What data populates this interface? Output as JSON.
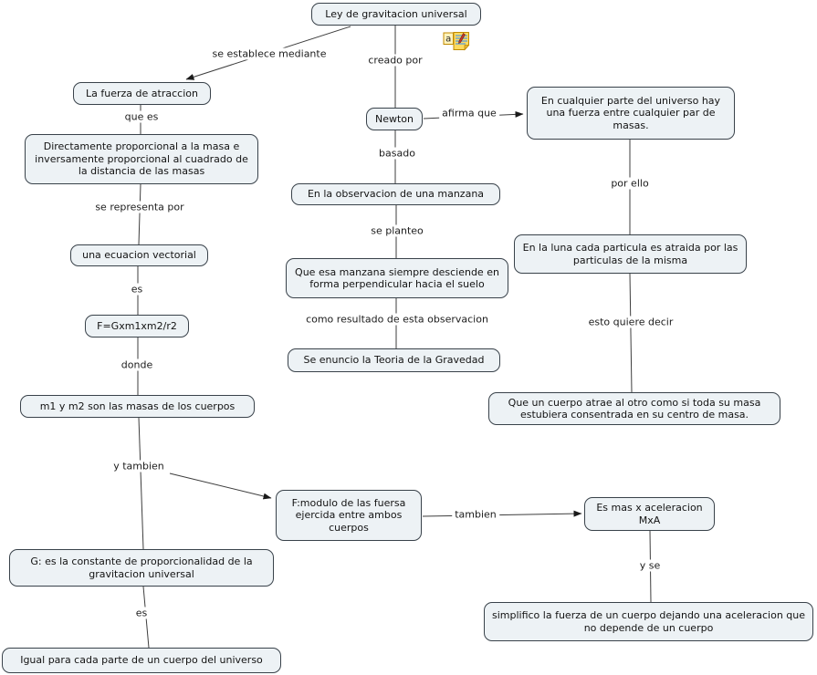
{
  "colors": {
    "background": "#ffffff",
    "node_fill": "#edf2f5",
    "node_border": "#39424a",
    "connector": "#3d3d3d",
    "annotation_icon_yellow": "#ffda5e",
    "annotation_icon_lines_blue": "#5aa0dc"
  },
  "nodes": [
    {
      "id": "ley-gravitacion-universal",
      "text": "Ley de gravitacion universal"
    },
    {
      "id": "fuerza-atraccion",
      "text": "La fuerza de atraccion"
    },
    {
      "id": "proporcional-masa",
      "text": "Directamente proporcional a la masa e inversamente proporcional al cuadrado de la distancia de las masas"
    },
    {
      "id": "ecuacion-vectorial",
      "text": "una ecuacion vectorial"
    },
    {
      "id": "formula",
      "text": "F=Gxm1xm2/r2"
    },
    {
      "id": "masas-cuerpos",
      "text": "m1 y m2 son las masas de los cuerpos"
    },
    {
      "id": "constante-g",
      "text": "G: es la constante de proporcionalidad de la gravitacion universal"
    },
    {
      "id": "igual-universo",
      "text": "Igual para cada parte de un cuerpo del universo"
    },
    {
      "id": "newton",
      "text": "Newton"
    },
    {
      "id": "observacion-manzana",
      "text": "En la observacion de una manzana"
    },
    {
      "id": "manzana-desciende",
      "text": "Que esa manzana siempre desciende en forma perpendicular hacia el suelo"
    },
    {
      "id": "teoria-gravedad",
      "text": "Se enuncio la Teoria de la Gravedad"
    },
    {
      "id": "fuerza-universo",
      "text": "En cualquier parte del universo hay una fuerza entre cualquier par de masas."
    },
    {
      "id": "luna-particulas",
      "text": "En la luna cada particula es atraida por las particulas de la misma"
    },
    {
      "id": "centro-masa",
      "text": "Que un cuerpo atrae al otro como si toda su masa estubiera consentrada en su centro de masa."
    },
    {
      "id": "modulo-fuerza",
      "text": "F:modulo de las fuersa ejercida entre ambos cuerpos"
    },
    {
      "id": "masa-x-aceleracion",
      "text": "Es mas x aceleracion MxA"
    },
    {
      "id": "simplifico",
      "text": "simplifico la fuerza de un cuerpo dejando una aceleracion que no depende de un cuerpo"
    }
  ],
  "labels": [
    {
      "id": "se-establece-mediante",
      "text": "se establece mediante"
    },
    {
      "id": "creado-por",
      "text": "creado por"
    },
    {
      "id": "que-es",
      "text": "que es"
    },
    {
      "id": "afirma-que",
      "text": "afirma que"
    },
    {
      "id": "basado",
      "text": "basado"
    },
    {
      "id": "se-planteo",
      "text": "se planteo"
    },
    {
      "id": "como-resultado",
      "text": "como resultado de esta observacion"
    },
    {
      "id": "por-ello",
      "text": "por ello"
    },
    {
      "id": "esto-quiere-decir",
      "text": "esto quiere decir"
    },
    {
      "id": "se-representa-por",
      "text": "se representa por"
    },
    {
      "id": "es-1",
      "text": "es"
    },
    {
      "id": "donde",
      "text": "donde"
    },
    {
      "id": "y-tambien",
      "text": "y tambien"
    },
    {
      "id": "es-2",
      "text": "es"
    },
    {
      "id": "tambien",
      "text": "tambien"
    },
    {
      "id": "y-se",
      "text": "y se"
    }
  ],
  "icons": {
    "annotation": "note-with-pencil-annotation"
  }
}
